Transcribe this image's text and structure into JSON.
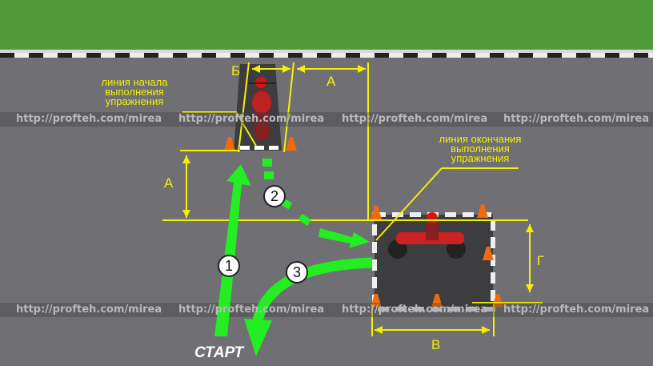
{
  "labels": {
    "start_line": [
      "линия начала",
      "выполнения",
      "упражнения"
    ],
    "finish_line": [
      "линия окончания",
      "выполнения",
      "упражнения"
    ],
    "start": "СТАРТ"
  },
  "dimensions": {
    "a_top": "А",
    "b_top": "Б",
    "a_left": "А",
    "g_right": "Г",
    "v_bottom": "В"
  },
  "steps": [
    "1",
    "2",
    "3"
  ],
  "watermark": "http://profteh.com/mirea",
  "colors": {
    "grass": "#4f9a3a",
    "asphalt": "#6f6f74",
    "marking": "#f2f200",
    "path": "#22ee22",
    "cone": "#f06a10"
  }
}
